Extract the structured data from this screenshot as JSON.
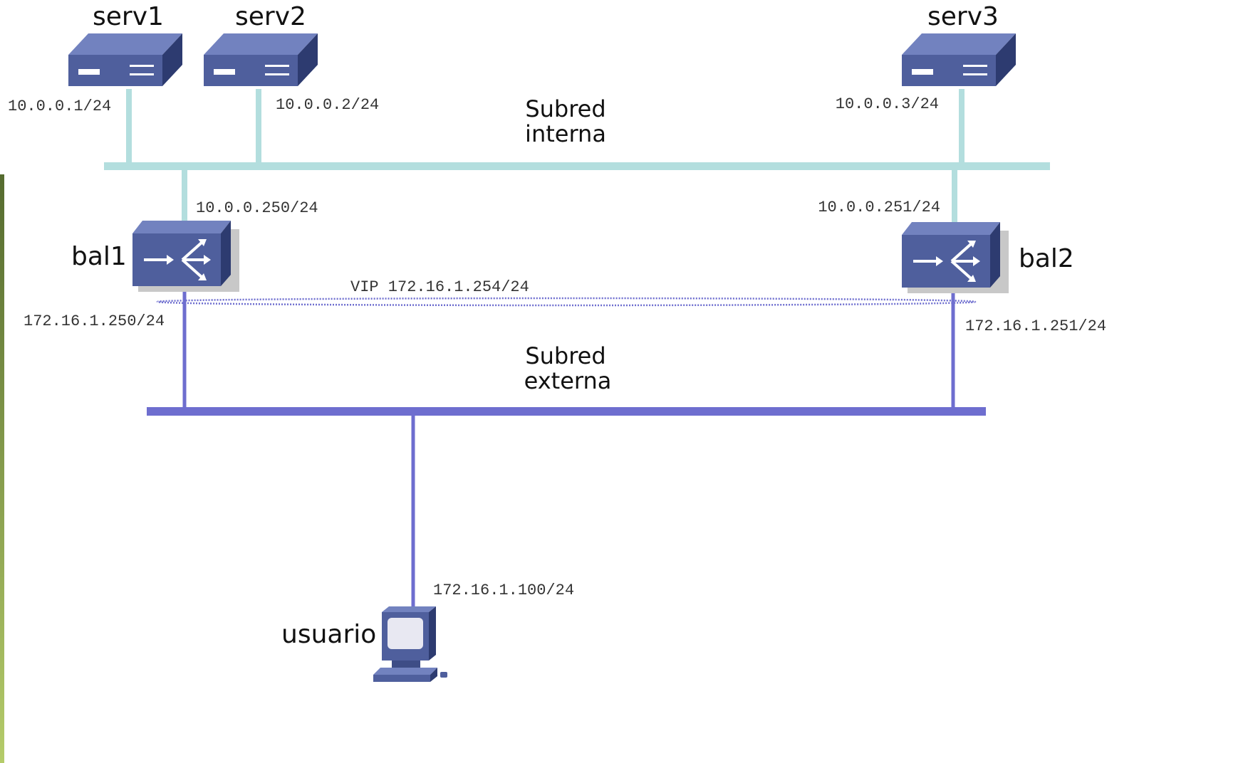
{
  "diagram": {
    "servers": [
      {
        "name": "serv1",
        "ip": "10.0.0.1/24"
      },
      {
        "name": "serv2",
        "ip": "10.0.0.2/24"
      },
      {
        "name": "serv3",
        "ip": "10.0.0.3/24"
      }
    ],
    "balancers": [
      {
        "name": "bal1",
        "ip_internal": "10.0.0.250/24",
        "ip_external": "172.16.1.250/24"
      },
      {
        "name": "bal2",
        "ip_internal": "10.0.0.251/24",
        "ip_external": "172.16.1.251/24"
      }
    ],
    "subnets": {
      "internal": {
        "line1": "Subred",
        "line2": "interna"
      },
      "external": {
        "line1": "Subred",
        "line2": "externa"
      }
    },
    "vip": "VIP 172.16.1.254/24",
    "user": {
      "name": "usuario",
      "ip": "172.16.1.100/24"
    },
    "colors": {
      "internal_link": "#b3dede",
      "external_link": "#6e6ecf",
      "device_front": "#4d5f9c",
      "device_top": "#6e7fbd",
      "device_side": "#2e3d72",
      "left_bar": "#7d9a3a"
    }
  }
}
